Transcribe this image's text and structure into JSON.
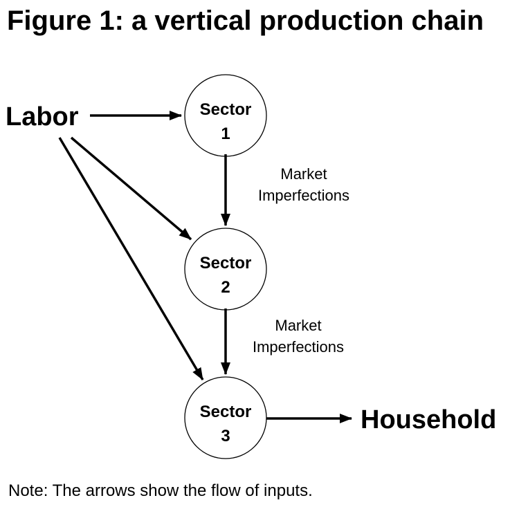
{
  "title": "Figure 1: a vertical production chain",
  "note": "Note: The arrows show the flow of inputs.",
  "nodes": {
    "labor": "Labor",
    "sector1": {
      "line1": "Sector",
      "line2": "1"
    },
    "sector2": {
      "line1": "Sector",
      "line2": "2"
    },
    "sector3": {
      "line1": "Sector",
      "line2": "3"
    },
    "household": "Household"
  },
  "edge_labels": {
    "s1_s2": {
      "line1": "Market",
      "line2": "Imperfections"
    },
    "s2_s3": {
      "line1": "Market",
      "line2": "Imperfections"
    }
  },
  "edges": [
    {
      "from": "Labor",
      "to": "Sector 1"
    },
    {
      "from": "Labor",
      "to": "Sector 2"
    },
    {
      "from": "Labor",
      "to": "Sector 3"
    },
    {
      "from": "Sector 1",
      "to": "Sector 2"
    },
    {
      "from": "Sector 2",
      "to": "Sector 3"
    },
    {
      "from": "Sector 3",
      "to": "Household"
    }
  ]
}
